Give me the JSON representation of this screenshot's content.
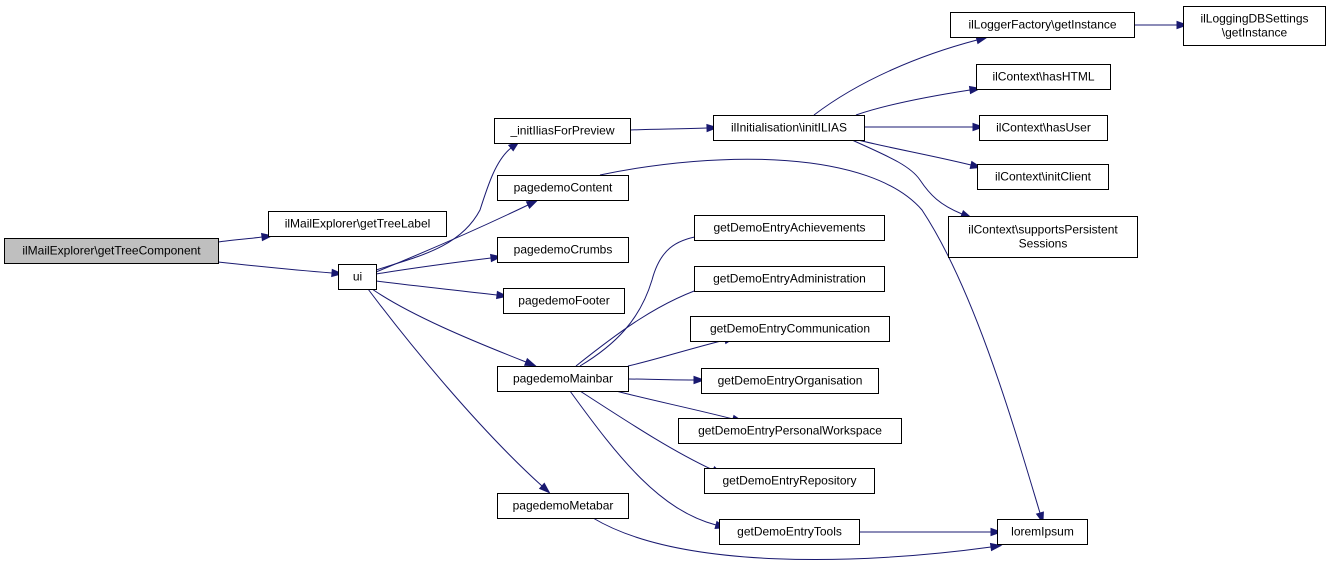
{
  "graph": {
    "nodes": [
      {
        "id": "n0",
        "lines": [
          "ilMailExplorer\\getTreeComponent"
        ],
        "root": true
      },
      {
        "id": "n1",
        "lines": [
          "ilMailExplorer\\getTreeLabel"
        ]
      },
      {
        "id": "n2",
        "lines": [
          "ui"
        ]
      },
      {
        "id": "n3",
        "lines": [
          "_initIliasForPreview"
        ]
      },
      {
        "id": "n4",
        "lines": [
          "pagedemoContent"
        ]
      },
      {
        "id": "n5",
        "lines": [
          "pagedemoCrumbs"
        ]
      },
      {
        "id": "n6",
        "lines": [
          "pagedemoFooter"
        ]
      },
      {
        "id": "n7",
        "lines": [
          "pagedemoMainbar"
        ]
      },
      {
        "id": "n8",
        "lines": [
          "pagedemoMetabar"
        ]
      },
      {
        "id": "n9",
        "lines": [
          "ilInitialisation\\initILIAS"
        ]
      },
      {
        "id": "n10",
        "lines": [
          "getDemoEntryAchievements"
        ]
      },
      {
        "id": "n11",
        "lines": [
          "getDemoEntryAdministration"
        ]
      },
      {
        "id": "n12",
        "lines": [
          "getDemoEntryCommunication"
        ]
      },
      {
        "id": "n13",
        "lines": [
          "getDemoEntryOrganisation"
        ]
      },
      {
        "id": "n14",
        "lines": [
          "getDemoEntryPersonalWorkspace"
        ]
      },
      {
        "id": "n15",
        "lines": [
          "getDemoEntryRepository"
        ]
      },
      {
        "id": "n16",
        "lines": [
          "getDemoEntryTools"
        ]
      },
      {
        "id": "n17",
        "lines": [
          "ilLoggerFactory\\getInstance"
        ]
      },
      {
        "id": "n18",
        "lines": [
          "ilContext\\hasHTML"
        ]
      },
      {
        "id": "n19",
        "lines": [
          "ilContext\\hasUser"
        ]
      },
      {
        "id": "n20",
        "lines": [
          "ilContext\\initClient"
        ]
      },
      {
        "id": "n21",
        "lines": [
          "ilContext\\supportsPersistent",
          "Sessions"
        ]
      },
      {
        "id": "n22",
        "lines": [
          "loremIpsum"
        ]
      },
      {
        "id": "n23",
        "lines": [
          "ilLoggingDBSettings",
          "\\getInstance"
        ]
      }
    ],
    "edges": [
      {
        "from": "n0",
        "to": "n1"
      },
      {
        "from": "n0",
        "to": "n2"
      },
      {
        "from": "n2",
        "to": "n3"
      },
      {
        "from": "n2",
        "to": "n4"
      },
      {
        "from": "n2",
        "to": "n5"
      },
      {
        "from": "n2",
        "to": "n6"
      },
      {
        "from": "n2",
        "to": "n7"
      },
      {
        "from": "n2",
        "to": "n8"
      },
      {
        "from": "n3",
        "to": "n9"
      },
      {
        "from": "n4",
        "to": "n22"
      },
      {
        "from": "n7",
        "to": "n10"
      },
      {
        "from": "n7",
        "to": "n11"
      },
      {
        "from": "n7",
        "to": "n12"
      },
      {
        "from": "n7",
        "to": "n13"
      },
      {
        "from": "n7",
        "to": "n14"
      },
      {
        "from": "n7",
        "to": "n15"
      },
      {
        "from": "n7",
        "to": "n16"
      },
      {
        "from": "n8",
        "to": "n22"
      },
      {
        "from": "n16",
        "to": "n22"
      },
      {
        "from": "n9",
        "to": "n17"
      },
      {
        "from": "n9",
        "to": "n18"
      },
      {
        "from": "n9",
        "to": "n19"
      },
      {
        "from": "n9",
        "to": "n20"
      },
      {
        "from": "n9",
        "to": "n21"
      },
      {
        "from": "n17",
        "to": "n23"
      }
    ],
    "colors": {
      "edge": "#191970",
      "node_fill": "#ffffff",
      "root_fill": "#bfbfbf",
      "node_border": "#000000"
    }
  }
}
